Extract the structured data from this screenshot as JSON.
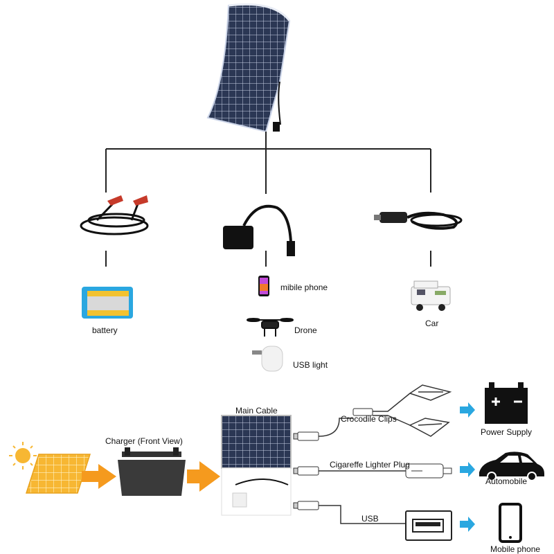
{
  "top": {
    "branches": {
      "left": {
        "label": "battery"
      },
      "center": {
        "devices": [
          {
            "label": "mibile phone"
          },
          {
            "label": "Drone"
          },
          {
            "label": "USB light"
          }
        ]
      },
      "right": {
        "label": "Car"
      }
    }
  },
  "bottom": {
    "charger_label": "Charger (Front View)",
    "main_cable_label": "Main Cable",
    "outputs": [
      {
        "cable_label": "Crocodile Clips",
        "target_label": "Power Supply"
      },
      {
        "cable_label": "Cigareffe Lighter Plug",
        "target_label": "Automobile"
      },
      {
        "cable_label": "USB",
        "target_label": "Mobile phone"
      }
    ]
  },
  "colors": {
    "panel": "#2a3550",
    "arrow_orange": "#f59a1e",
    "arrow_blue": "#2aa7e0",
    "solar_yellow": "#f7b733"
  }
}
